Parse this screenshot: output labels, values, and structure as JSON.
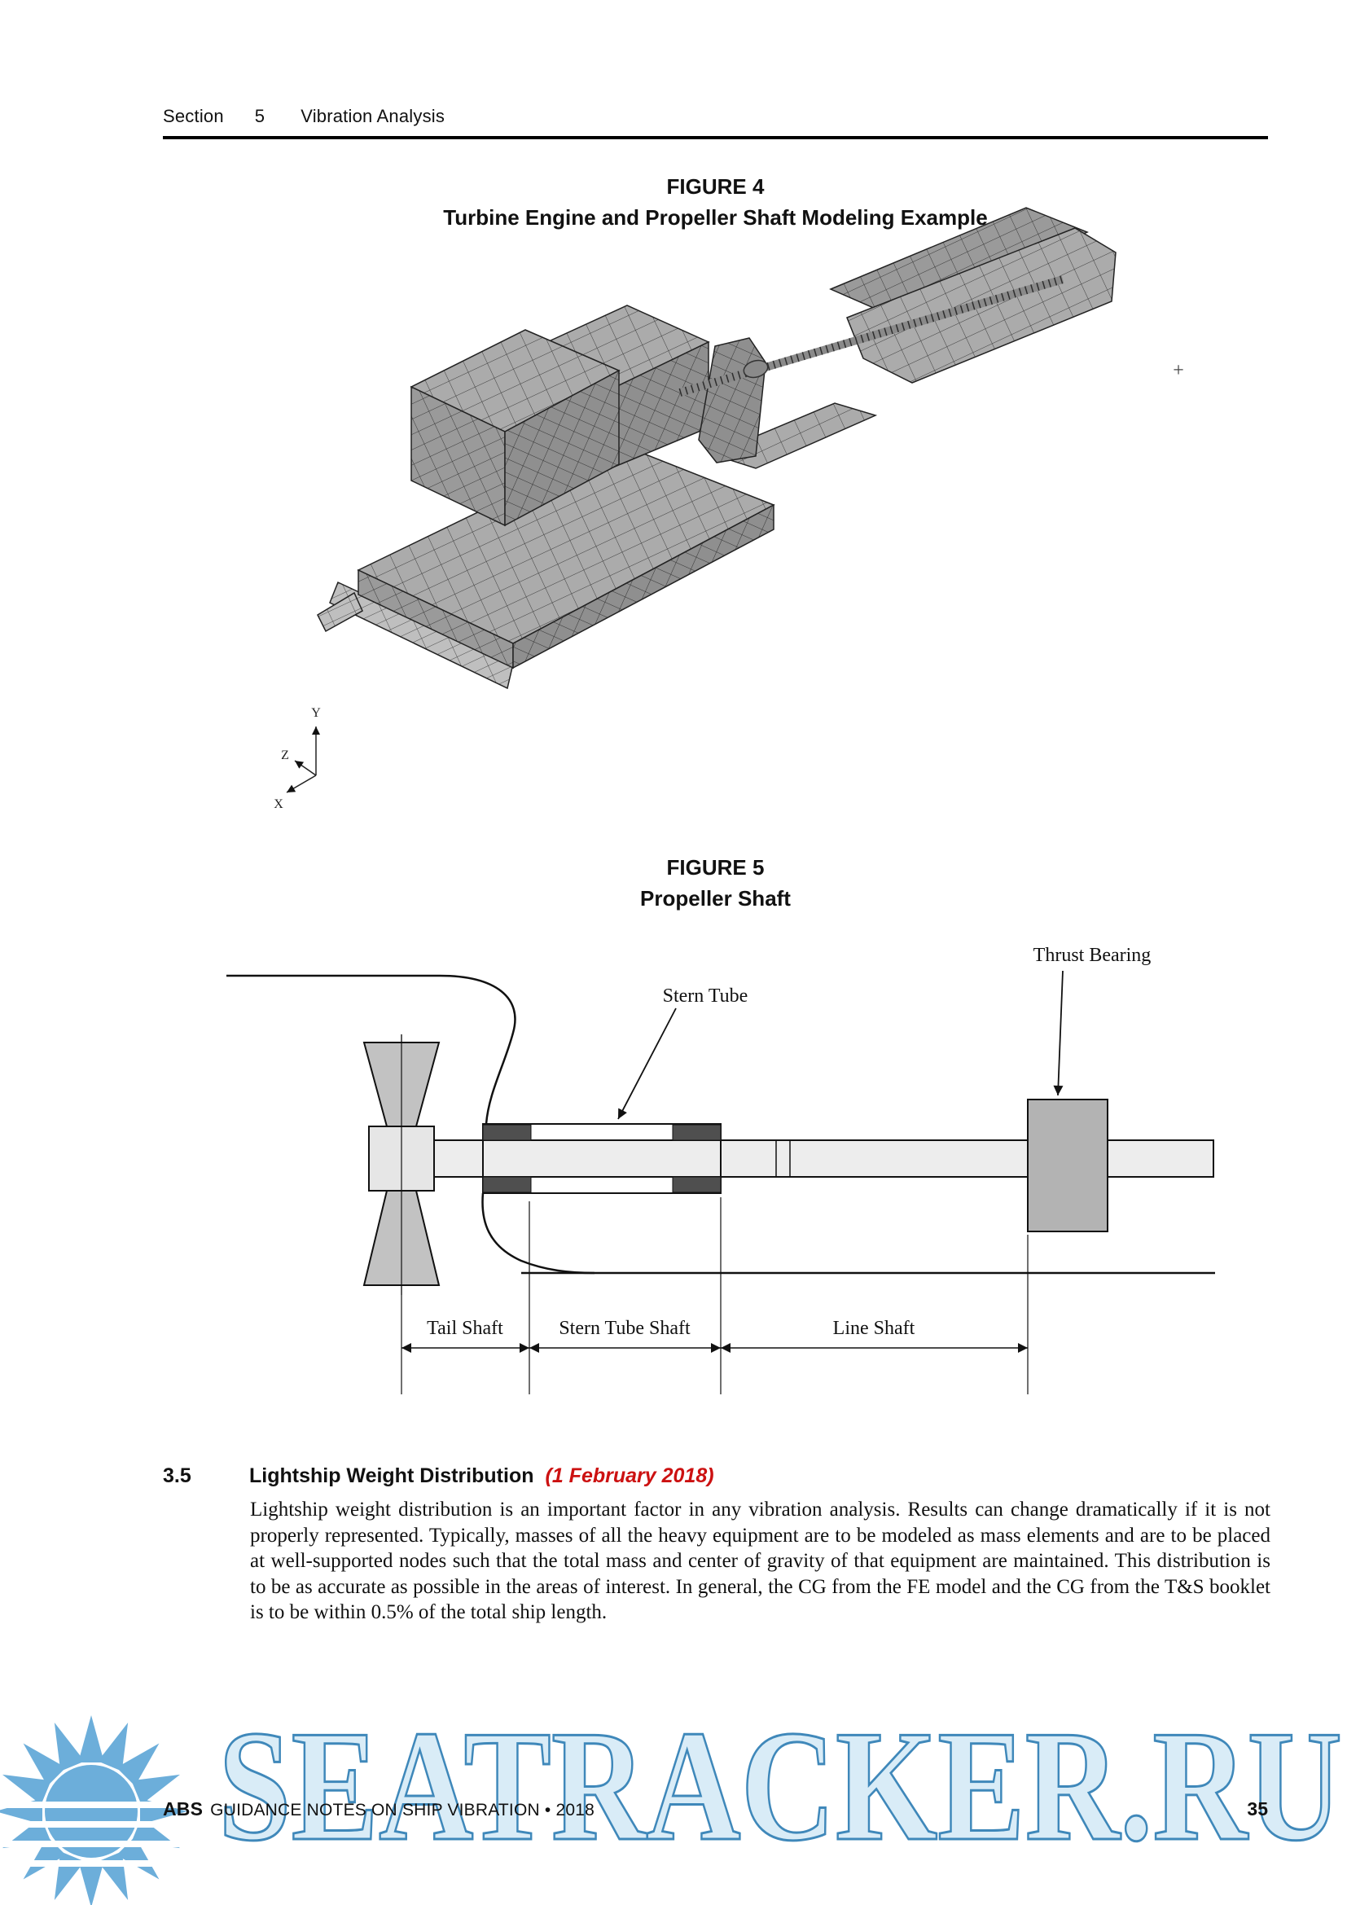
{
  "header": {
    "section_label": "Section",
    "section_number": "5",
    "section_title": "Vibration Analysis"
  },
  "figure4": {
    "label": "FIGURE 4",
    "title": "Turbine Engine and Propeller Shaft Modeling Example",
    "plus_marker": "+",
    "axes": {
      "x": "X",
      "y": "Y",
      "z": "Z"
    }
  },
  "figure5": {
    "label": "FIGURE 5",
    "title": "Propeller Shaft",
    "callouts": {
      "thrust_bearing": "Thrust Bearing",
      "stern_tube": "Stern Tube"
    },
    "dimensions": {
      "tail_shaft": "Tail Shaft",
      "stern_tube_shaft": "Stern Tube Shaft",
      "line_shaft": "Line Shaft"
    }
  },
  "section_3_5": {
    "number": "3.5",
    "title": "Lightship Weight Distribution",
    "revision_note": "(1 February 2018)",
    "paragraph": "Lightship weight distribution is an important factor in any vibration analysis. Results can change dramatically if it is not properly represented. Typically, masses of all the heavy equipment are to be modeled as mass elements and are to be placed at well-supported nodes such that the total mass and center of gravity of that equipment are maintained. This distribution is to be as accurate as possible in the areas of interest. In general, the CG from the FE model and the CG from the T&S booklet is to be within 0.5% of the total ship length."
  },
  "footer": {
    "brand": "ABS",
    "title": "GUIDANCE NOTES ON SHIP VIBRATION",
    "separator": "•",
    "year": "2018",
    "page_number": "35"
  },
  "watermark": {
    "text": "SEATRACKER.RU"
  },
  "colors": {
    "revision_red": "#cc1111",
    "watermark_blue": "#58a3d6",
    "mesh_gray": "#a0a0a0",
    "bearing_dark": "#4f4f4f"
  }
}
